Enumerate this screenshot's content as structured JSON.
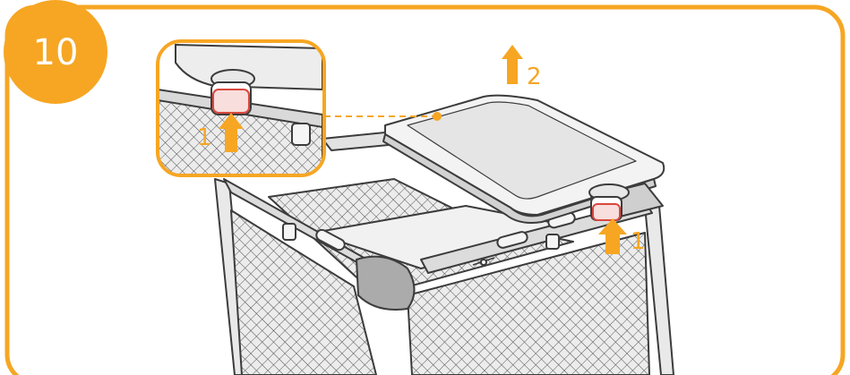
{
  "step": {
    "number": "10"
  },
  "callouts": {
    "lift_label": "1",
    "inset_lift_label": "1",
    "tray_label": "2"
  },
  "colors": {
    "accent": "#f6a623",
    "lock": "#d9473e",
    "line": "#3c3c3c",
    "fabric": "#e6e6e6"
  },
  "icons": [
    "up-arrow-icon",
    "lock-button-icon",
    "zoom-inset"
  ]
}
